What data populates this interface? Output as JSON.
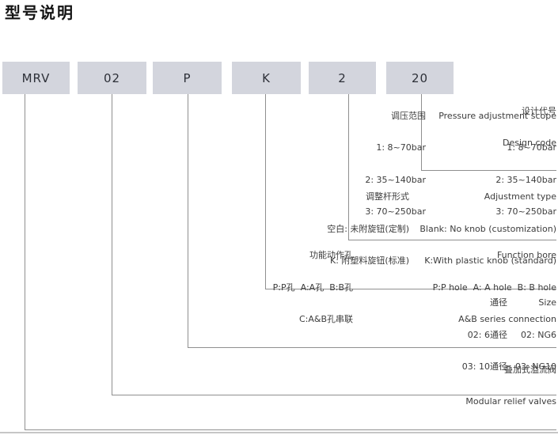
{
  "page": {
    "title": "型号说明"
  },
  "model_code": {
    "segments": [
      {
        "label": "MRV"
      },
      {
        "label": "02"
      },
      {
        "label": "P"
      },
      {
        "label": "K"
      },
      {
        "label": "2"
      },
      {
        "label": "20"
      }
    ]
  },
  "blocks": {
    "design": {
      "cn": "设计代号",
      "en": "Design code"
    },
    "pressure": {
      "rows": [
        {
          "cn": "调压范围",
          "en": "Pressure adjustment scope"
        },
        {
          "cn": "1: 8~70bar",
          "en": "1: 8~70bar"
        },
        {
          "cn": "2: 35~140bar",
          "en": "2: 35~140bar"
        },
        {
          "cn": "3: 70~250bar",
          "en": "3: 70~250bar"
        }
      ]
    },
    "adjustment": {
      "rows": [
        {
          "cn": "调整杆形式",
          "en": "Adjustment type"
        },
        {
          "cn": "空白: 未附旋钮(定制)",
          "en": "Blank: No knob (customization)"
        },
        {
          "cn": "K: 附塑料旋钮(标准)",
          "en": "K:With plastic knob (standard)"
        }
      ]
    },
    "function_bore": {
      "rows": [
        {
          "cn": "功能动作孔",
          "en": "Function bore"
        },
        {
          "cn": "P:P孔  A:A孔  B:B孔",
          "en": "P:P hole  A: A hole  B: B hole"
        },
        {
          "cn": "C:A&B孔串联",
          "en": "A&B series connection"
        }
      ]
    },
    "size": {
      "rows": [
        {
          "cn": "通径",
          "en": "Size"
        },
        {
          "cn": "02: 6通径",
          "en": "02: NG6"
        },
        {
          "cn": "03: 10通径",
          "en": "03: NG10"
        }
      ]
    },
    "product": {
      "cn": "叠加式溢流阀",
      "en": "Modular relief valves"
    }
  },
  "colors": {
    "code_box_fill": "#d3d5dd",
    "connector_line": "#8f8f8f",
    "text": "#3c3c3c",
    "title_text": "#141414",
    "background": "#ffffff"
  }
}
